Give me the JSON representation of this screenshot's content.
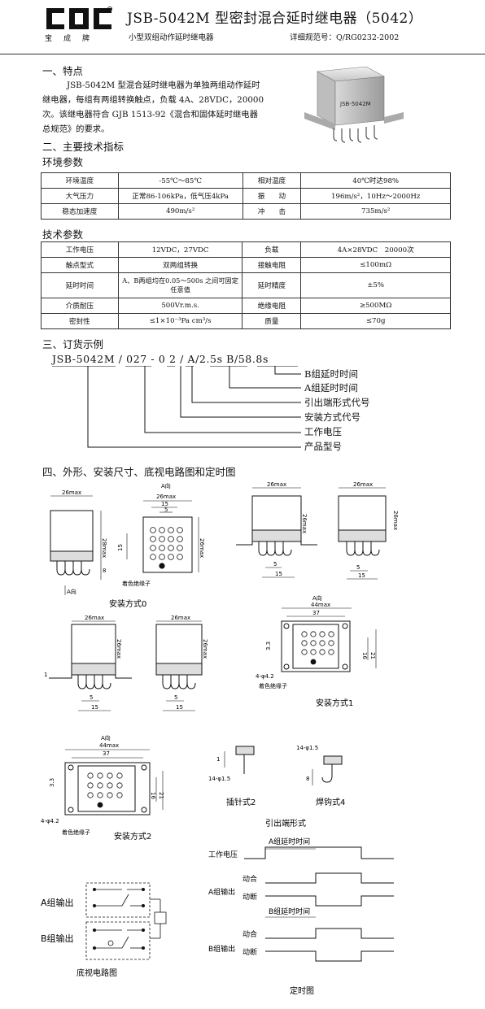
{
  "header": {
    "brand": "宝成牌",
    "title": "JSB-5042M  型密封混合延时继电器（5042）",
    "subtitle": "小型双组动作延时继电器",
    "spec": "详细规范号：Q/RG0232-2002"
  },
  "sec1": {
    "heading": "一、特点",
    "text": "JSB-5042M 型混合延时继电器为单独两组动作延时继电器，每组有两组转换触点，负载 4A、28VDC，20000次。该继电器符合 GJB 1513-92《混合和固体延时继电器总规范》的要求。",
    "product_label": "JSB-5042M"
  },
  "sec2": {
    "heading": "二、主要技术指标",
    "env_title": "环境参数",
    "env_rows": [
      [
        "环境温度",
        "-55℃～85℃",
        "相对温度",
        "40℃时达98%"
      ],
      [
        "大气压力",
        "正常86-106kPa，低气压4kPa",
        "振　　动",
        "196m/s²，10Hz～2000Hz"
      ],
      [
        "稳态加速度",
        "490m/s²",
        "冲　　击",
        "735m/s²"
      ]
    ],
    "tech_title": "技术参数",
    "tech_rows": [
      [
        "工作电压",
        "12VDC，27VDC",
        "负载",
        "4A×28VDC　20000次"
      ],
      [
        "触点型式",
        "双两组转换",
        "接触电阻",
        "≤100mΩ"
      ],
      [
        "延时时间",
        "A、B两组均在0.05～500s 之间可固定任意值",
        "延时精度",
        "±5%"
      ],
      [
        "介质耐压",
        "500Vr.m.s.",
        "绝缘电阻",
        "≥500MΩ"
      ],
      [
        "密封性",
        "≤1×10⁻³Pa cm³/s",
        "质量",
        "≤70g"
      ]
    ]
  },
  "sec3": {
    "heading": "三、订货示例",
    "example": "JSB-5042M / 027 - 0 2 / A/2.5s B/58.8s",
    "labels": [
      "B组延时时间",
      "A组延时时间",
      "引出端形式代号",
      "安装方式代号",
      "工作电压",
      "产品型号"
    ]
  },
  "sec4": {
    "heading": "四、外形、安装尺寸、底视电路图和定时图",
    "dims": {
      "d26max": "26max",
      "d28max": "28max",
      "d15": "15",
      "d5": "5",
      "d8": "8",
      "d44max": "44max",
      "d37": "37",
      "d16": "16",
      "d21": "21",
      "d4_2": "4-φ4.2",
      "d3_3": "3.3",
      "d14": "14-φ1.5",
      "d1": "1",
      "d8b": "8"
    },
    "a_dir": "A向",
    "colored": "着色绝缘子",
    "mount0": "安装方式0",
    "mount1": "安装方式1",
    "mount2": "安装方式2",
    "pin2": "插针式2",
    "pin4": "焊钩式4",
    "term": "引出端形式",
    "circuit_title": "底视电路图",
    "a_out": "A组输出",
    "b_out": "B组输出",
    "timing_title": "定时图",
    "t_voltage": "工作电压",
    "t_a_delay": "A组延时时间",
    "t_b_delay": "B组延时时间",
    "t_a_out": "A组输出",
    "t_b_out": "B组输出",
    "t_make": "动合",
    "t_break": "动断"
  }
}
